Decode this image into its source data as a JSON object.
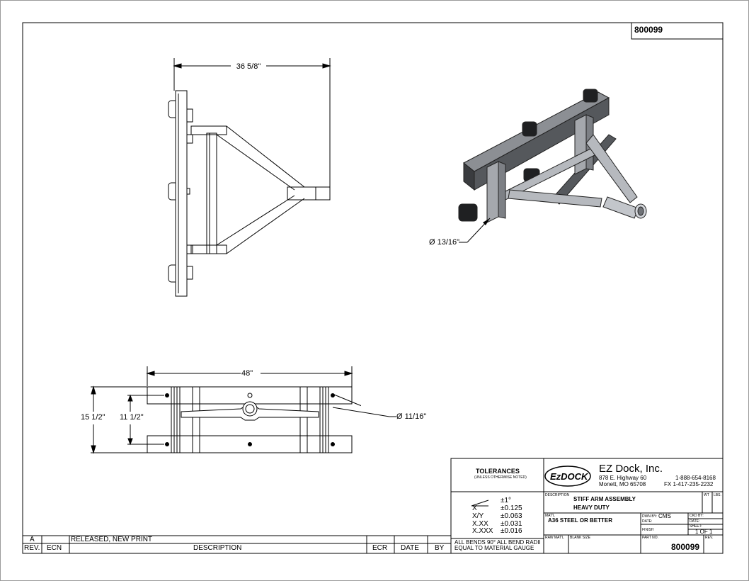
{
  "part_number_top": "800099",
  "views": {
    "top_dim_width": "36 5/8\"",
    "hole_callout_iso": "Ø 13/16\"",
    "front_dim_width": "48\"",
    "front_dim_height_outer": "15 1/2\"",
    "front_dim_height_inner": "11 1/2\"",
    "hole_callout_front": "Ø 11/16\""
  },
  "tolerances": {
    "title": "TOLERANCES",
    "subtitle": "(UNLESS OTHERWISE NOTED)",
    "rows": [
      {
        "label": "",
        "value": "±1°"
      },
      {
        "label": "X",
        "value": "±0.125"
      },
      {
        "label": "X/Y",
        "value": "±0.063"
      },
      {
        "label": "X.XX",
        "value": "±0.031"
      },
      {
        "label": "X.XXX",
        "value": "±0.016"
      }
    ],
    "note_line1": "ALL BENDS 90°   ALL BEND RADII",
    "note_line2": "EQUAL TO MATERIAL GAUGE"
  },
  "company": {
    "logo_text": "EzDOCK",
    "name": "EZ Dock, Inc.",
    "address1": "878 E. Highway 60",
    "address2": "Monett, MO 65708",
    "phone": "1-888-654-8168",
    "fax": "FX  1-417-235-2232"
  },
  "title_block": {
    "wt_label": "WT",
    "lbs_label": "LBS.",
    "description_label": "DESCRIPTION",
    "description_line1": "STIFF ARM ASSEMBLY",
    "description_line2": "HEAVY DUTY",
    "matl_label": "MAT'L",
    "matl_value": "A36 STEEL OR BETTER",
    "dwn_by_label": "DWN BY:",
    "dwn_by_value": "CMS",
    "date_label": "DATE:",
    "chkd_by_label": "CKD BY:",
    "chkd_date_label": "DATE:",
    "finish_label": "FINISH",
    "sheet_label": "SHEET:",
    "sheet_value": "1 OF 1",
    "raw_matl_label": "RAW MAT'L",
    "blank_size_label": "BLANK SIZE",
    "part_no_label": "PART NO.",
    "part_no_value": "800099",
    "rev_label": "REV."
  },
  "revision_block": {
    "row": {
      "rev": "A",
      "ecn": "",
      "description": "RELEASED, NEW PRINT",
      "ecr": "",
      "date": "",
      "by": ""
    },
    "headers": {
      "rev": "REV.",
      "ecn": "ECN",
      "description": "DESCRIPTION",
      "ecr": "ECR",
      "date": "DATE",
      "by": "BY"
    }
  }
}
